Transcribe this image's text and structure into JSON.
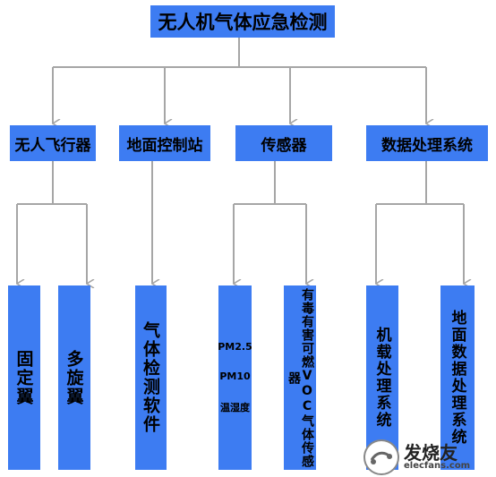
{
  "root": {
    "label": "无人机气体应急检测"
  },
  "categories": [
    {
      "label": "无人飞行器"
    },
    {
      "label": "地面控制站"
    },
    {
      "label": "传感器"
    },
    {
      "label": "数据处理系统"
    }
  ],
  "leaves": {
    "fixed_wing": "固定翼",
    "multi_rotor": "多旋翼",
    "detection_software": "气体检测软件",
    "sensor_list": [
      "PM2.5",
      "PM10",
      "温湿度"
    ],
    "toxic_sensor": "有毒有害可燃VOC气体传感器",
    "onboard_system": "机载处理系统",
    "ground_system": "地面数据处理系统"
  },
  "watermark": {
    "main": "发烧友",
    "sub": "elecfans.com"
  },
  "colors": {
    "box": "#3d7cf2",
    "line": "#a6a6a6"
  }
}
